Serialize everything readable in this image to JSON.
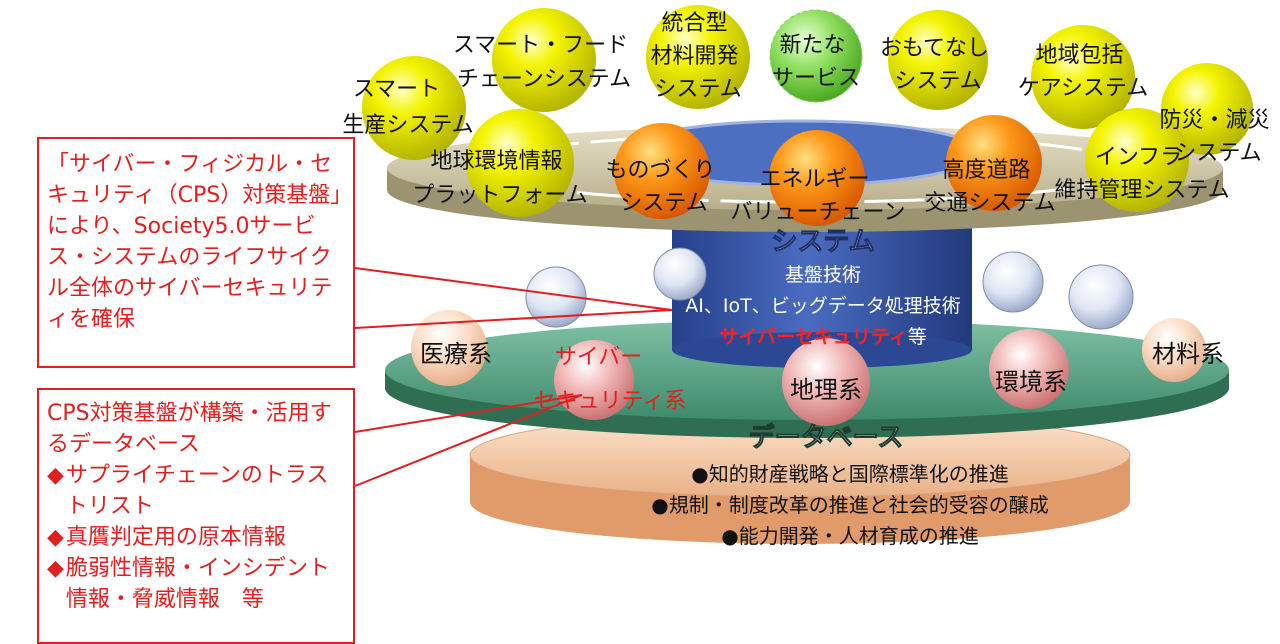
{
  "services": {
    "smart_production": [
      "スマート",
      "生産システム"
    ],
    "smart_food": [
      "スマート・フード",
      "チェーンシステム"
    ],
    "materials_dev": [
      "統合型",
      "材料開発",
      "システム"
    ],
    "new_service": [
      "新たな",
      "サービス"
    ],
    "omotenashi": [
      "おもてなし",
      "システム"
    ],
    "community_care": [
      "地域包括",
      "ケアシステム"
    ],
    "disaster": [
      "防災・減災",
      "システム"
    ],
    "earth_env": [
      "地球環境情報",
      "プラットフォーム"
    ],
    "infrastructure": [
      "インフラ",
      "維持管理システム"
    ],
    "monozukuri": [
      "ものづくり",
      "システム"
    ],
    "energy": [
      "エネルギー",
      "バリューチェーン"
    ],
    "road_transport": [
      "高度道路",
      "交通システム"
    ]
  },
  "system": {
    "label": "システム",
    "base_tech": "基盤技術",
    "tech_list": "AI、IoT、ビッグデータ処理技術",
    "cybersecurity": "サイバーセキュリティ",
    "etc": "等"
  },
  "database": {
    "label": "データベース",
    "medical": "医療系",
    "cyber": [
      "サイバー",
      "セキュリティ系"
    ],
    "geography": "地理系",
    "environment": "環境系",
    "materials": "材料系",
    "items": [
      "●知的財産戦略と国際標準化の推進",
      "●規制・制度改革の推進と社会的受容の醸成",
      "●能力開発・人材育成の推進"
    ]
  },
  "callouts": {
    "cps": "「サイバー・フィジカル・セキュリティ（CPS）対策基盤」により、Society5.0サービス・システムのライフサイクル全体のサイバーセキュリティを確保",
    "db_intro": "CPS対策基盤が構築・活用するデータベース",
    "db_bullets": [
      "サプライチェーンのトラストリスト",
      "真贋判定用の原本情報",
      "脆弱性情報・インシデント情報・脅威情報　等"
    ],
    "bullet_mark": "◆"
  },
  "colors": {
    "red": "#e02020",
    "yellow_sphere": "#e6e600",
    "orange_sphere": "#f07800",
    "green_sphere": "#66cc33",
    "teal_disk": "#4f9a7d",
    "tan_disk": "#cdc6a6",
    "blue_cylinder": "#3b58a8"
  }
}
